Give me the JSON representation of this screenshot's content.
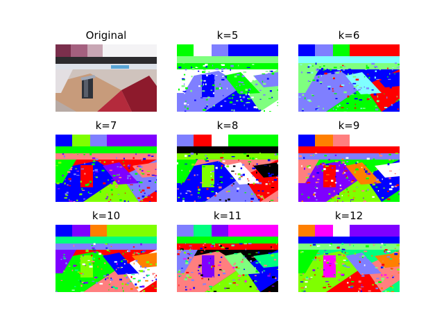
{
  "figure": {
    "panels": [
      {
        "title": "Original",
        "kind": "photo"
      },
      {
        "title": "k=5",
        "kind": "segmentation",
        "colors": [
          "#0000ff",
          "#7f7fff",
          "#00ff00",
          "#7fff7f",
          "#ffffff"
        ]
      },
      {
        "title": "k=6",
        "kind": "segmentation",
        "colors": [
          "#0000ff",
          "#7f7fff",
          "#00ff00",
          "#7fff7f",
          "#ff0000",
          "#7fffff"
        ]
      },
      {
        "title": "k=7",
        "kind": "segmentation",
        "colors": [
          "#0000ff",
          "#7f00ff",
          "#7fff00",
          "#00ff00",
          "#ff0000",
          "#ff7f7f",
          "#7f7fff"
        ]
      },
      {
        "title": "k=8",
        "kind": "segmentation",
        "colors": [
          "#ff0000",
          "#7fff00",
          "#0000ff",
          "#7f7fff",
          "#00ff00",
          "#ff7f7f",
          "#ffffff",
          "#000000"
        ]
      },
      {
        "title": "k=9",
        "kind": "segmentation",
        "colors": [
          "#ff0000",
          "#7fff00",
          "#0000ff",
          "#7f7fff",
          "#ff7f00",
          "#7f00ff",
          "#00ff00",
          "#ff7f7f",
          "#ffffff"
        ]
      },
      {
        "title": "k=10",
        "kind": "segmentation",
        "colors": [
          "#ff0000",
          "#7f7fff",
          "#7f00ff",
          "#00ff00",
          "#ff7f7f",
          "#7fff00",
          "#0000ff",
          "#ff7f00",
          "#ffffff",
          "#00ff7f"
        ]
      },
      {
        "title": "k=11",
        "kind": "segmentation",
        "colors": [
          "#00ff7f",
          "#7fff7f",
          "#ff0000",
          "#0000ff",
          "#00ff00",
          "#ff7f7f",
          "#7f7fff",
          "#ff00ff",
          "#7f00ff",
          "#7fff00",
          "#000000"
        ]
      },
      {
        "title": "k=12",
        "kind": "segmentation",
        "colors": [
          "#00ff7f",
          "#7f7fff",
          "#ff0000",
          "#0000ff",
          "#7fff7f",
          "#ff7f7f",
          "#00ff00",
          "#ff00ff",
          "#ff7f00",
          "#7f00ff",
          "#7fff00",
          "#ffffff"
        ]
      }
    ]
  }
}
